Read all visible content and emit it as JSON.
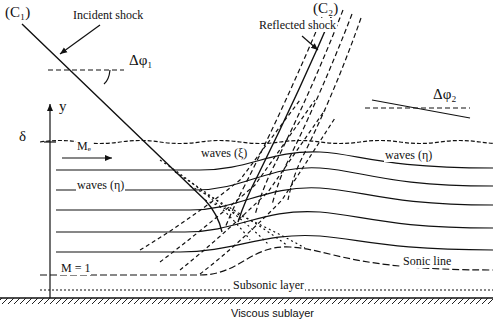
{
  "diagram": {
    "labels": [
      "(C₁)",
      "Incident shock",
      "Δφ₁",
      "(C₂)",
      "Reflected shock",
      "Δφ₂",
      "y",
      "δ",
      "Mₑ",
      "waves (ξ)",
      "waves (η)",
      "waves (η)",
      "Sonic line",
      "M = 1",
      "Subsonic layer",
      "Viscous sublayer"
    ]
  }
}
